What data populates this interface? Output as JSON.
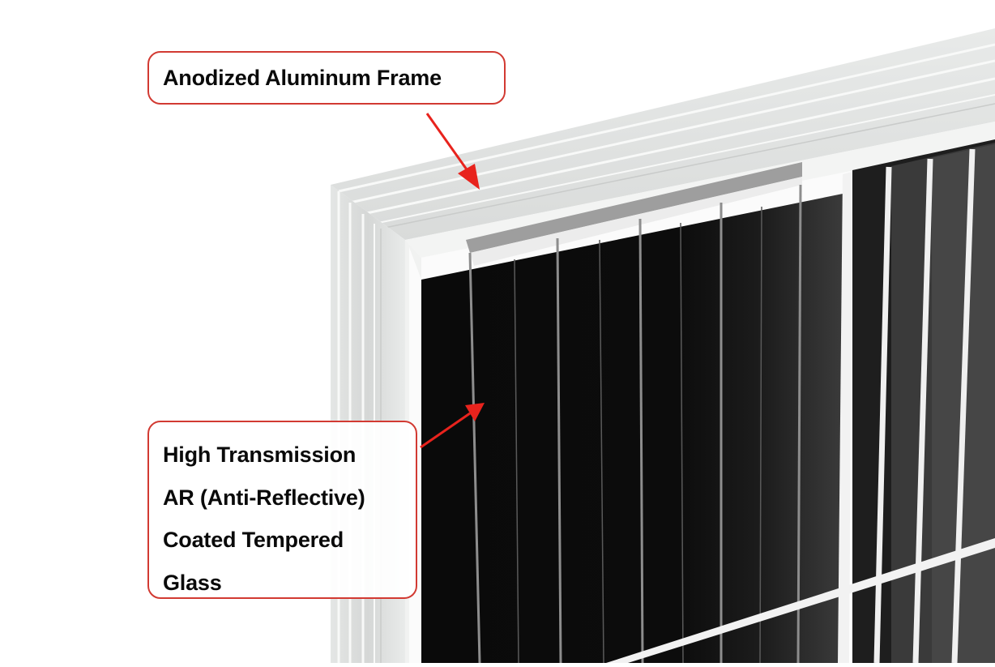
{
  "image": {
    "subject": "Solar panel corner close-up (monocrystalline panel with aluminum frame)",
    "background_color": "#ffffff"
  },
  "callouts": [
    {
      "id": "frame",
      "lines": [
        "Anodized Aluminum Frame"
      ],
      "border_color": "#d23a32",
      "arrow_color": "#e8231d",
      "points_to": "aluminum frame top edge"
    },
    {
      "id": "glass",
      "lines": [
        "High Transmission",
        "AR (Anti-Reflective)",
        "Coated Tempered",
        "Glass"
      ],
      "border_color": "#d23a32",
      "arrow_color": "#e8231d",
      "points_to": "glass surface over solar cells"
    }
  ],
  "colors": {
    "frame_light": "#e9ebea",
    "frame_mid": "#d6d8d7",
    "frame_groove": "#f7f8f7",
    "cell_black": "#0b0b0b",
    "cell_dark_gray": "#3a3a3a",
    "busbar": "#8a8a8a",
    "divider_white": "#f2f2f2",
    "accent_red": "#e8231d"
  }
}
